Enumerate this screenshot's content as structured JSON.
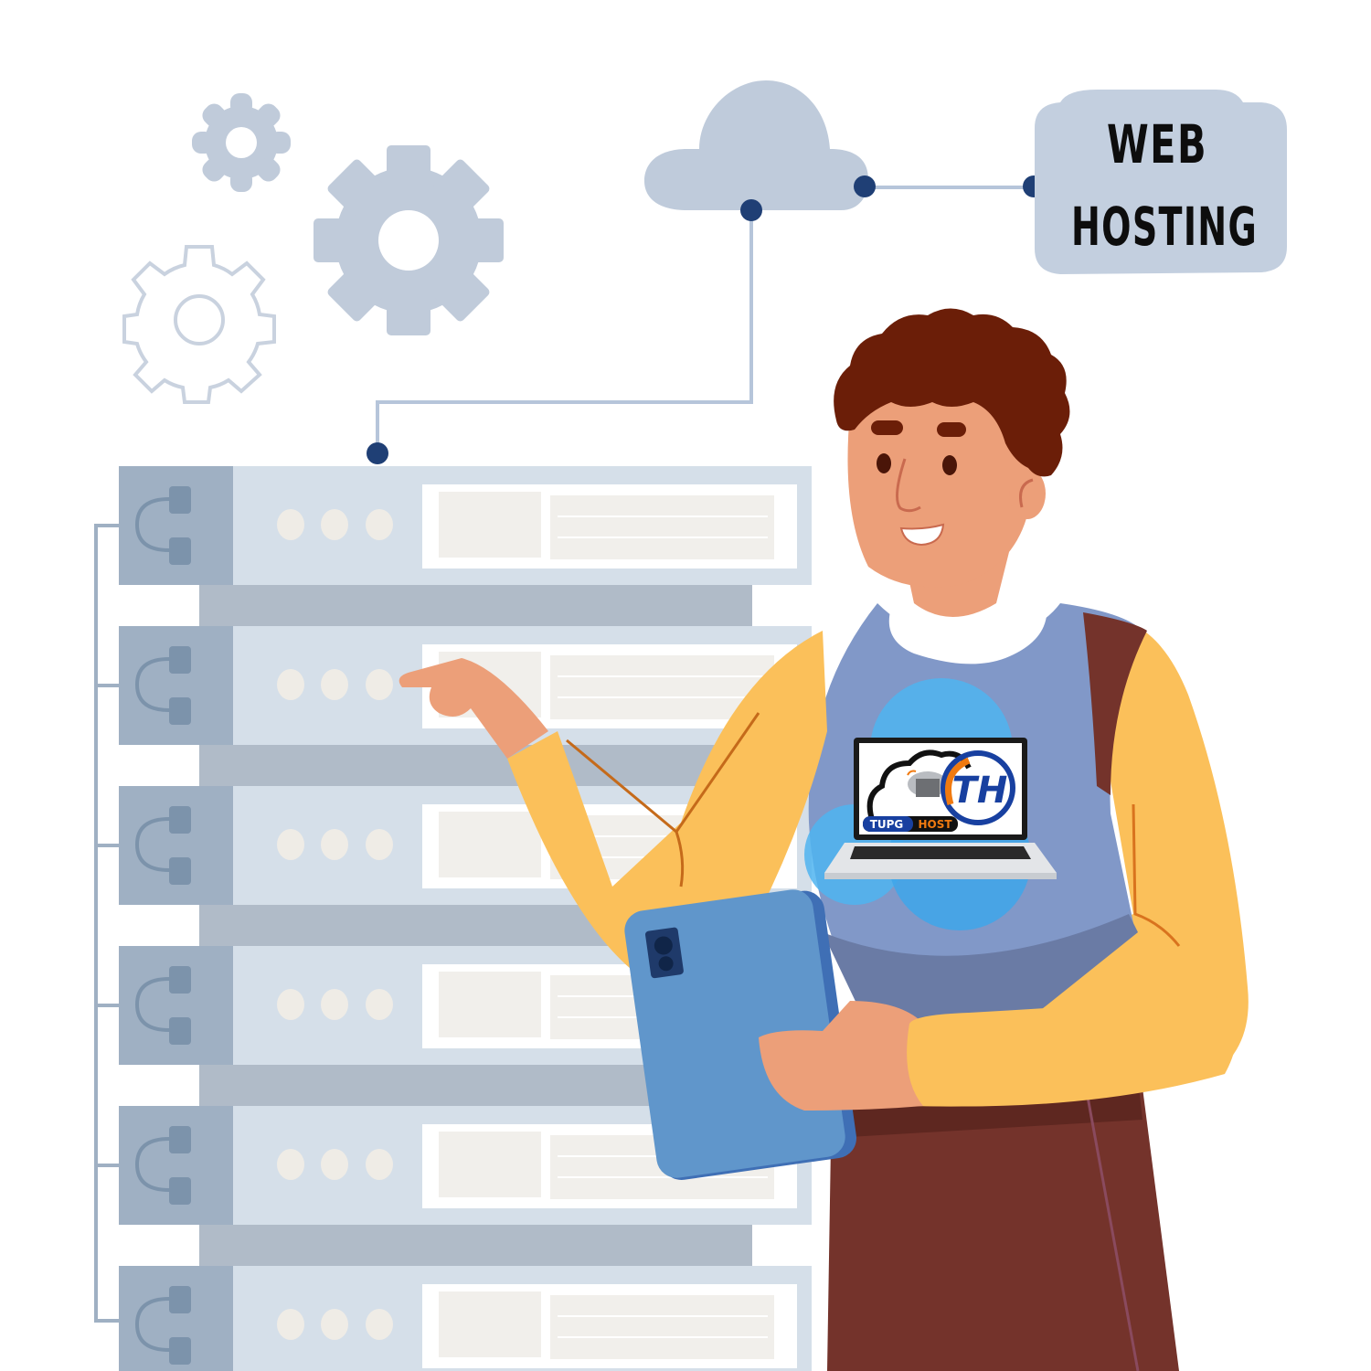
{
  "label": {
    "line1": "WEB",
    "line2": "HOSTING"
  },
  "logo": {
    "brand_left": "TUPG",
    "brand_right": "HOST",
    "monogram": "TH"
  },
  "colors": {
    "background": "#ffffff",
    "gear_fill": "#c0cbda",
    "gear_outline": "#c9d2df",
    "cloud_fill": "#bfcbdb",
    "node_dot": "#1f3f75",
    "connector_line": "#b6c5da",
    "server_face": "#d5dfe9",
    "server_side": "#9fb0c3",
    "server_port": "#7c93ab",
    "server_shelf": "#b0bbc8",
    "server_panel": "#ffffff",
    "server_panel_inner": "#f1efeb",
    "server_led": "#efece6",
    "skin": "#ec9f79",
    "skin_shadow": "#d9805d",
    "hair": "#6b1e08",
    "sweater_yellow": "#fbc05a",
    "vest_blue": "#8198c8",
    "vest_blue_dark": "#6a7ba5",
    "vest_trim": "#74332b",
    "pants": "#74332b",
    "pants_belt": "#5e2720",
    "collar": "#ffffff",
    "tablet": "#6096cb",
    "tablet_edge": "#3f6fb5",
    "tablet_camera": "#1f3a6a",
    "badge_blue": "#4fb4f0",
    "logo_orange": "#f07a10",
    "logo_navy": "#1840a0",
    "label_bg": "#c3cfdf",
    "label_text": "#0d0d0d"
  },
  "servers": {
    "count": 6,
    "unit_tops": [
      510,
      685,
      860,
      1035,
      1210,
      1385
    ]
  },
  "icons": [
    "gear-small-icon",
    "gear-large-icon",
    "gear-outline-icon",
    "cloud-icon",
    "server-rack-icon",
    "laptop-logo-icon",
    "tablet-icon"
  ]
}
